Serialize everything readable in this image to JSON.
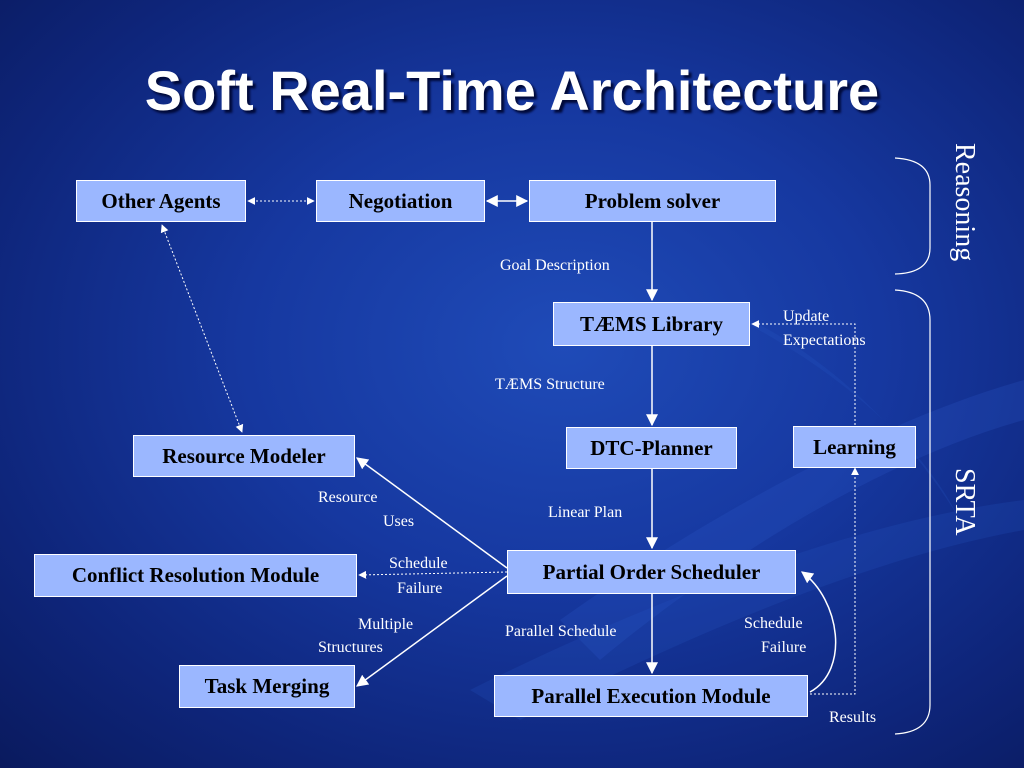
{
  "title": "Soft Real-Time Architecture",
  "nodes": {
    "other_agents": "Other Agents",
    "negotiation": "Negotiation",
    "problem_solver": "Problem solver",
    "taems_library": "TÆMS Library",
    "dtc_planner": "DTC-Planner",
    "learning": "Learning",
    "resource_modeler": "Resource Modeler",
    "conflict_resolution": "Conflict Resolution Module",
    "partial_order_scheduler": "Partial Order Scheduler",
    "task_merging": "Task Merging",
    "parallel_execution": "Parallel Execution Module"
  },
  "edge_labels": {
    "goal_description": "Goal Description",
    "update": "Update",
    "expectations": "Expectations",
    "taems_structure": "TÆMS Structure",
    "linear_plan": "Linear Plan",
    "resource": "Resource",
    "uses": "Uses",
    "schedule_left": "Schedule",
    "failure_left": "Failure",
    "multiple": "Multiple",
    "structures": "Structures",
    "parallel_schedule": "Parallel Schedule",
    "schedule_right": "Schedule",
    "failure_right": "Failure",
    "results": "Results"
  },
  "groups": {
    "reasoning": "Reasoning",
    "srta": "SRTA"
  },
  "colors": {
    "box_fill": "#9bb7ff",
    "background": "#1638a0",
    "text": "#ffffff"
  }
}
